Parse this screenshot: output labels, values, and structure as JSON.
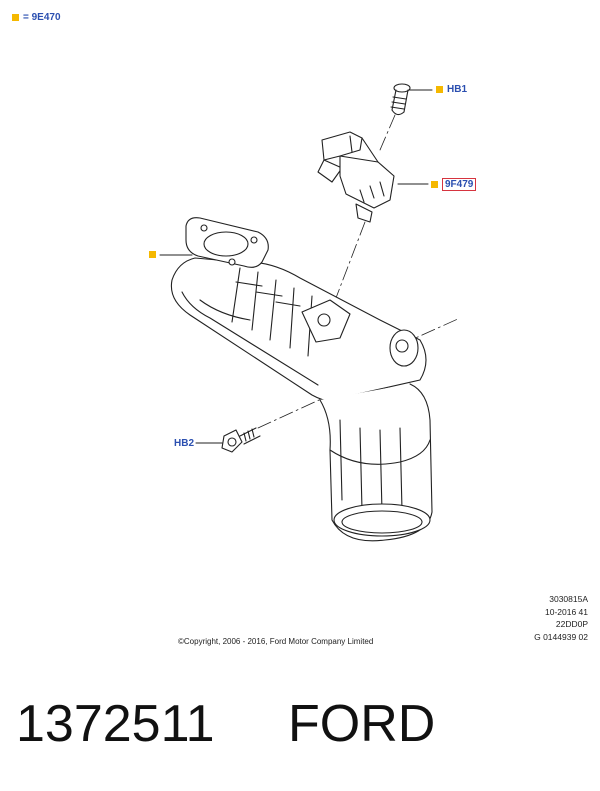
{
  "legend": {
    "text": "= 9E470",
    "marker_color": "#f5b800"
  },
  "callouts": {
    "hb1": "HB1",
    "sensor": "9F479",
    "hb2": "HB2"
  },
  "colors": {
    "callout_text": "#2b4fb0",
    "highlight_box": "#d6343f",
    "marker": "#f5b800"
  },
  "reference": {
    "line1": "3030815A",
    "line2": "10-2016 41",
    "line3": "22DD0P",
    "line4": "G 0144939 02"
  },
  "copyright": "©Copyright, 2006 - 2016, Ford Motor Company Limited",
  "part_number": "1372511",
  "brand": "FORD"
}
